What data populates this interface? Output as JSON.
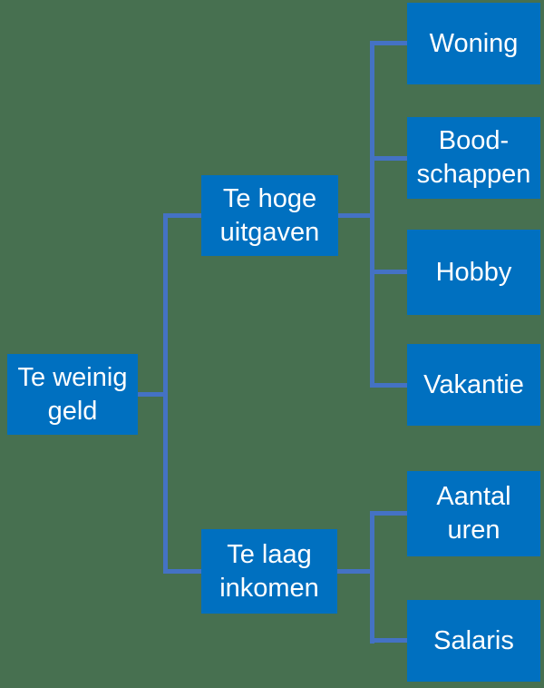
{
  "diagram": {
    "type": "cause-effect-tree",
    "colors": {
      "background": "#477050",
      "node_fill": "#0070C0",
      "connector": "#4472C4",
      "text": "#FFFFFF"
    },
    "root": {
      "label": "Te weinig\ngeld"
    },
    "branches": [
      {
        "label": "Te hoge\nuitgaven",
        "children": [
          {
            "label": "Woning"
          },
          {
            "label": "Bood-\nschappen"
          },
          {
            "label": "Hobby"
          },
          {
            "label": "Vakantie"
          }
        ]
      },
      {
        "label": "Te laag\ninkomen",
        "children": [
          {
            "label": "Aantal\nuren"
          },
          {
            "label": "Salaris"
          }
        ]
      }
    ]
  }
}
